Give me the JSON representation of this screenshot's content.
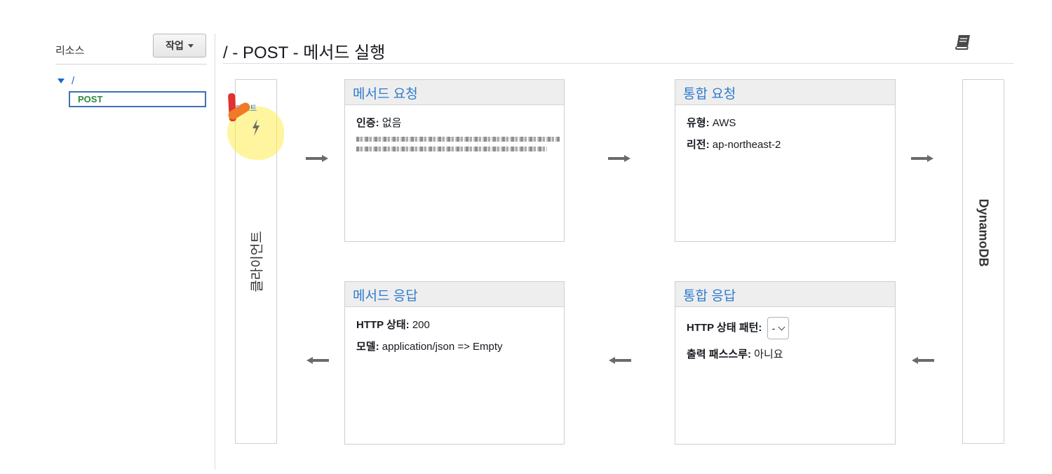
{
  "sidebar": {
    "title": "리소스",
    "actions_label": "작업",
    "tree": {
      "root_label": "/",
      "method_label": "POST"
    }
  },
  "header": {
    "title": "/ - POST - 메서드 실행"
  },
  "client": {
    "label": "클라이언트",
    "test_label": "테스트"
  },
  "backend": {
    "label": "DynamoDB"
  },
  "method_request": {
    "title": "메서드 요청",
    "auth_label": "인증:",
    "auth_value": "없음"
  },
  "integration_request": {
    "title": "통합 요청",
    "type_label": "유형:",
    "type_value": "AWS",
    "region_label": "리전:",
    "region_value": "ap-northeast-2"
  },
  "method_response": {
    "title": "메서드 응답",
    "status_label": "HTTP 상태:",
    "status_value": "200",
    "model_label": "모델:",
    "model_value": "application/json => Empty"
  },
  "integration_response": {
    "title": "통합 응답",
    "pattern_label": "HTTP 상태 패턴:",
    "pattern_value": "-",
    "passthrough_label": "출력 패스스루:",
    "passthrough_value": "아니요"
  },
  "colors": {
    "link": "#2e7bcf",
    "method": "#2b8a3e",
    "arrow": "#6b6b6b",
    "highlight": "#ffec50"
  },
  "icons": [
    "caret-down-icon",
    "tree-expand-icon",
    "book-icon",
    "lightning-bolt-icon",
    "arrow-right-icon",
    "arrow-left-icon",
    "chevron-down-icon"
  ]
}
